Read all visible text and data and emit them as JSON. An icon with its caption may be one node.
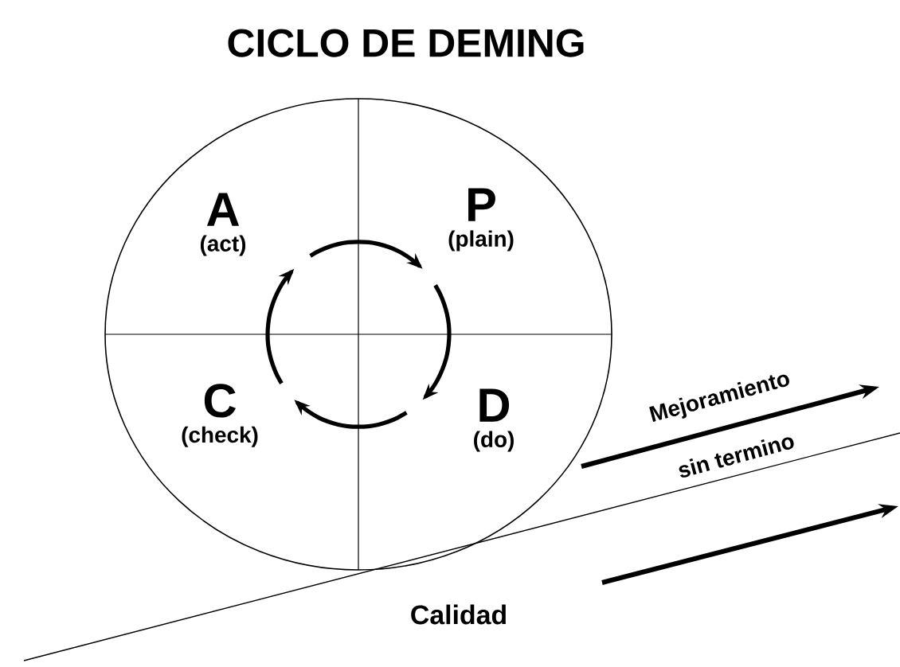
{
  "diagram": {
    "title": "CICLO DE DEMING",
    "nodes": [
      {
        "text": [],
        "shape": "circle"
      },
      {
        "text": [
          "A",
          "(act)"
        ],
        "in": 0
      },
      {
        "text": [
          "P",
          "(plain)"
        ],
        "in": 0
      },
      {
        "text": [
          "D",
          "(do)"
        ],
        "in": 0
      },
      {
        "text": [
          "C",
          "(check)"
        ],
        "in": 0
      }
    ],
    "edges": [
      {
        "from": 1,
        "to": 2,
        "arrow": "to"
      },
      {
        "from": 2,
        "to": 3,
        "arrow": "to"
      },
      {
        "from": 3,
        "to": 4,
        "arrow": "to"
      },
      {
        "from": 4,
        "to": 1,
        "arrow": "to"
      }
    ],
    "labels": [
      "Mejoramiento",
      "sin termino",
      "Calidad"
    ]
  }
}
